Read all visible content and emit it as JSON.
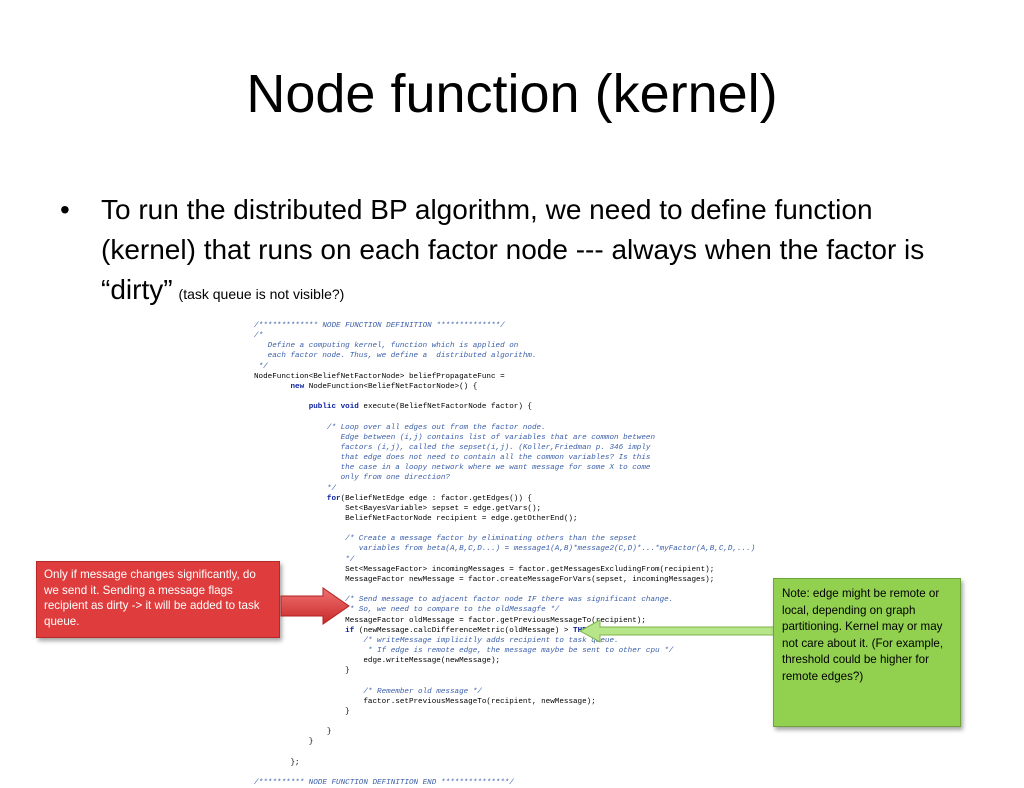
{
  "slide": {
    "title": "Node function (kernel)",
    "bullet": {
      "marker": "•",
      "text": "To run the distributed BP algorithm, we need to define function (kernel) that runs on each factor node --- always when the factor is “dirty”",
      "aside": "(task queue is not visible?)"
    },
    "code": {
      "line1": "/************* NODE FUNCTION DEFINITION **************/",
      "line2": "/*",
      "line3": "   Define a computing kernel, function which is applied on",
      "line4": "   each factor node. Thus, we define a  distributed algorithm.",
      "line5": " */",
      "line6": "NodeFunction<BeliefNetFactorNode> beliefPropagateFunc =",
      "line7": "new",
      "line7b": " NodeFunction<BeliefNetFactorNode>() {",
      "line8": "public void",
      "line8b": " execute(BeliefNetFactorNode factor) {",
      "line9": "/* Loop over all edges out from the factor node.",
      "line10": "   Edge between (i,j) contains list of variables that are common between",
      "line11": "   factors (i,j), called the sepset(i,j). (Koller,Friedman p. 346 imply",
      "line12": "   that edge does not need to contain all the common variables? Is this",
      "line13": "   the case in a loopy network where we want message for some X to come",
      "line14": "   only from one direction?",
      "line15": "*/",
      "line16": "for",
      "line16b": "(BeliefNetEdge edge : factor.getEdges()) {",
      "line17": "Set<BayesVariable> sepset = edge.getVars();",
      "line18": "BeliefNetFactorNode recipient = edge.getOtherEnd();",
      "line19": "/* Create a message factor by eliminating others than the sepset",
      "line20": "   variables from beta(A,B,C,D...) = message1(A,B)*message2(C,D)*...*myFactor(A,B,C,D,...)",
      "line21": "*/",
      "line22": "Set<MessageFactor> incomingMessages = factor.getMessagesExcludingFrom(recipient);",
      "line23": "MessageFactor newMessage = factor.createMessageForVars(sepset, incomingMessages);",
      "line24": "/* Send message to adjacent factor node IF there was significant change.",
      "line25": " * So, we need to compare to the oldMessagfe */",
      "line26": "MessageFactor oldMessage = factor.getPreviousMessageTo(recipient);",
      "line27": "if",
      "line27b": " (newMessage.calcDifferenceMetric(oldMessage) > ",
      "line27c": "THRESHOLD",
      "line27d": ") {",
      "line28": "/* writeMessage implicitly adds recipient to task queue.",
      "line29": " * If edge is remote edge, the message maybe be sent to other cpu */",
      "line30": "edge.writeMessage(newMessage);",
      "line31": "}",
      "line32": "/* Remember old message */",
      "line33": "factor.setPreviousMessageTo(recipient, newMessage);",
      "line34": "}",
      "line35": "}",
      "line36": "}",
      "line37": "};",
      "line38": "/********** NODE FUNCTION DEFINITION END ***************/"
    },
    "note_red": "Only if message changes significantly, do we send it. Sending a message flags recipient as dirty -> it will be added to task queue.",
    "note_green": "Note: edge might be remote or local, depending on graph partitioning. Kernel may or may not care about it. (For example, threshold could be higher for remote edges?)",
    "colors": {
      "red_note": "#df3d3d",
      "green_note": "#92d050",
      "code_keyword": "#0a1f9e",
      "code_comment": "#3a5ea8"
    }
  }
}
